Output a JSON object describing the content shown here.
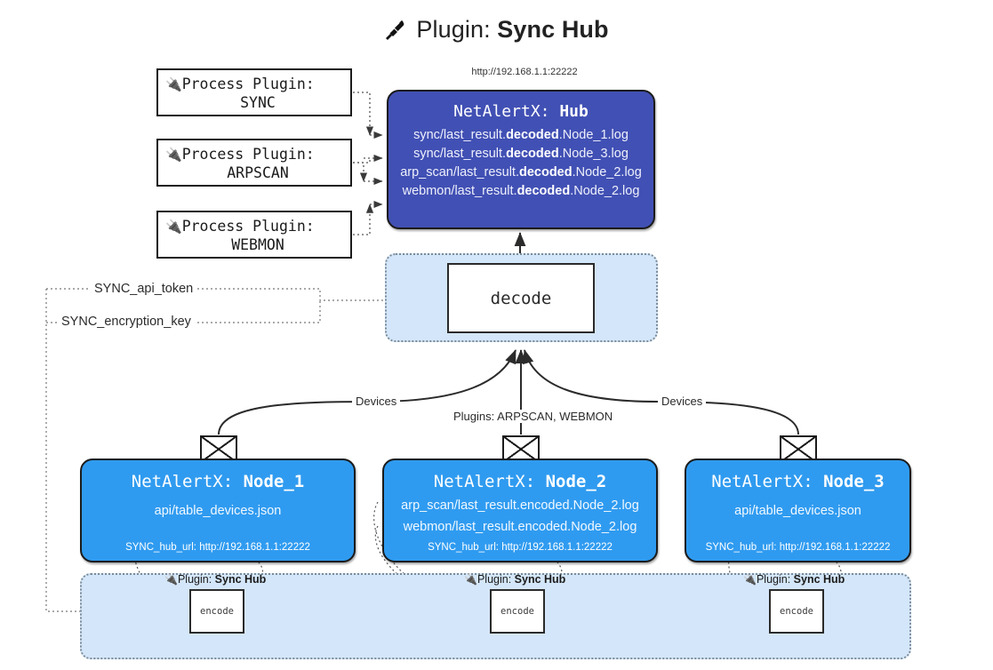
{
  "title": {
    "icon": "plug-icon",
    "prefix": "Plugin: ",
    "name": "Sync Hub",
    "glyph": "🔌"
  },
  "hub": {
    "url": "http://192.168.1.1:22222",
    "title_prefix": "NetAlertX: ",
    "title_name": "Hub",
    "log_lines": [
      {
        "pre": "sync/last_result.",
        "mid": "decoded",
        "post": ".Node_1.log"
      },
      {
        "pre": "sync/last_result.",
        "mid": "decoded",
        "post": ".Node_3.log"
      },
      {
        "pre": "arp_scan/last_result.",
        "mid": "decoded",
        "post": ".Node_2.log"
      },
      {
        "pre": "webmon/last_result.",
        "mid": "decoded",
        "post": ".Node_2.log"
      }
    ],
    "color": "#4150b4"
  },
  "process_plugins": [
    {
      "label": "Process Plugin:",
      "name": "SYNC"
    },
    {
      "label": "Process Plugin:",
      "name": "ARPSCAN"
    },
    {
      "label": "Process Plugin:",
      "name": "WEBMON"
    }
  ],
  "decode": {
    "label": "decode",
    "container_color": "#d4e6f9"
  },
  "settings": [
    {
      "label": "SYNC_api_token"
    },
    {
      "label": "SYNC_encryption_key"
    }
  ],
  "nodes": [
    {
      "title_prefix": "NetAlertX: ",
      "title_name": "Node_1",
      "lines": [
        "api/table_devices.json"
      ],
      "footer": "SYNC_hub_url: http://192.168.1.1:22222",
      "color": "#2f9bf0"
    },
    {
      "title_prefix": "NetAlertX: ",
      "title_name": "Node_2",
      "lines": [
        "arp_scan/last_result.encoded.Node_2.log",
        "webmon/last_result.encoded.Node_2.log"
      ],
      "footer": "SYNC_hub_url: http://192.168.1.1:22222",
      "color": "#2f9bf0"
    },
    {
      "title_prefix": "NetAlertX: ",
      "title_name": "Node_3",
      "lines": [
        "api/table_devices.json"
      ],
      "footer": "SYNC_hub_url: http://192.168.1.1:22222",
      "color": "#2f9bf0"
    }
  ],
  "edge_labels": {
    "devices_left": "Devices",
    "devices_right": "Devices",
    "plugins_center": "Plugins: ARPSCAN, WEBMON"
  },
  "plugin_instances": [
    {
      "prefix": "Plugin: ",
      "name": "Sync Hub",
      "encode_label": "encode"
    },
    {
      "prefix": "Plugin: ",
      "name": "Sync Hub",
      "encode_label": "encode"
    },
    {
      "prefix": "Plugin: ",
      "name": "Sync Hub",
      "encode_label": "encode"
    }
  ]
}
